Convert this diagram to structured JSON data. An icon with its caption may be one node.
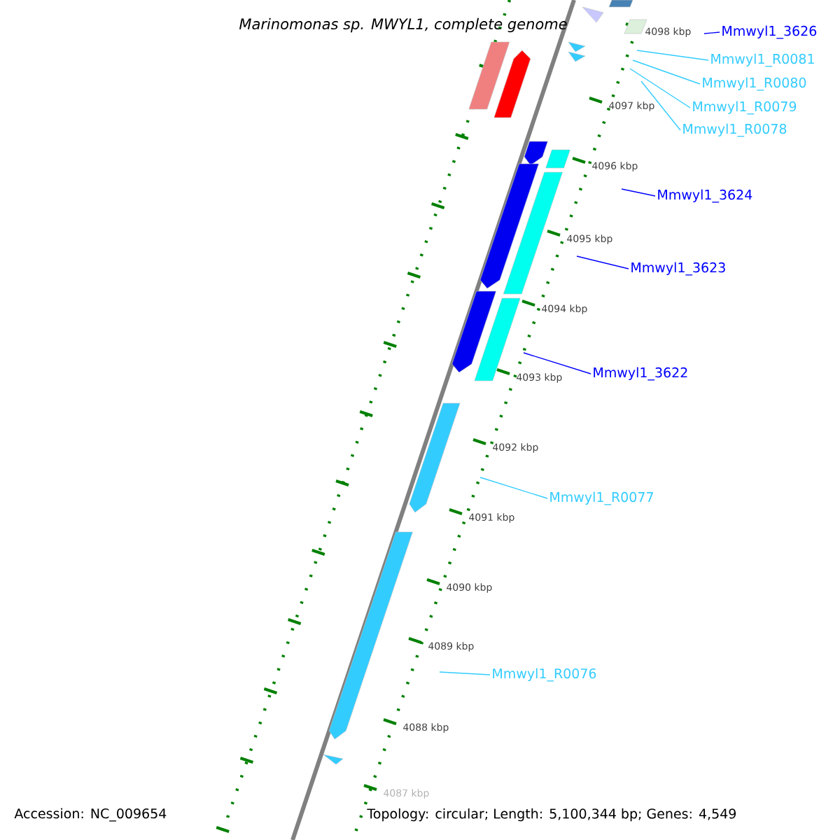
{
  "diagram": {
    "title": "Marinomonas sp. MWYL1, complete genome",
    "nodes": [
      {
        "text": [
          "Mmwyl1_3626"
        ]
      },
      {
        "text": [
          "Mmwyl1_R0081"
        ]
      },
      {
        "text": [
          "Mmwyl1_R0080"
        ]
      },
      {
        "text": [
          "Mmwyl1_R0079"
        ]
      },
      {
        "text": [
          "Mmwyl1_R0078"
        ]
      },
      {
        "text": [
          "Mmwyl1_3624"
        ]
      },
      {
        "text": [
          "Mmwyl1_3623"
        ]
      },
      {
        "text": [
          "Mmwyl1_3622"
        ]
      },
      {
        "text": [
          "Mmwyl1_R0077"
        ]
      },
      {
        "text": [
          "Mmwyl1_R0076"
        ]
      }
    ],
    "edges": [
      {
        "from": 0,
        "to": null,
        "arrow": "none",
        "color": "#0000ff"
      },
      {
        "from": 1,
        "to": null,
        "arrow": "none"
      },
      {
        "from": 2,
        "to": null,
        "arrow": "none"
      },
      {
        "from": 3,
        "to": null,
        "arrow": "none"
      },
      {
        "from": 4,
        "to": null,
        "arrow": "none"
      },
      {
        "from": 5,
        "to": null,
        "arrow": "none",
        "color": "#0000ff"
      },
      {
        "from": 6,
        "to": null,
        "arrow": "none",
        "color": "#0000ff"
      },
      {
        "from": 7,
        "to": null,
        "arrow": "none",
        "color": "#0000ff"
      },
      {
        "from": 8,
        "to": null,
        "arrow": "none"
      },
      {
        "from": 9,
        "to": null,
        "arrow": "none"
      }
    ],
    "labels": [
      "4098 kbp",
      "4097 kbp",
      "4096 kbp",
      "4095 kbp",
      "4094 kbp",
      "4093 kbp",
      "4092 kbp",
      "4091 kbp",
      "4090 kbp",
      "4089 kbp",
      "4088 kbp",
      "4087 kbp",
      "Accession: NC_009654",
      "Topology: circular; Length: 5,100,344 bp; Genes: 4,549"
    ]
  }
}
